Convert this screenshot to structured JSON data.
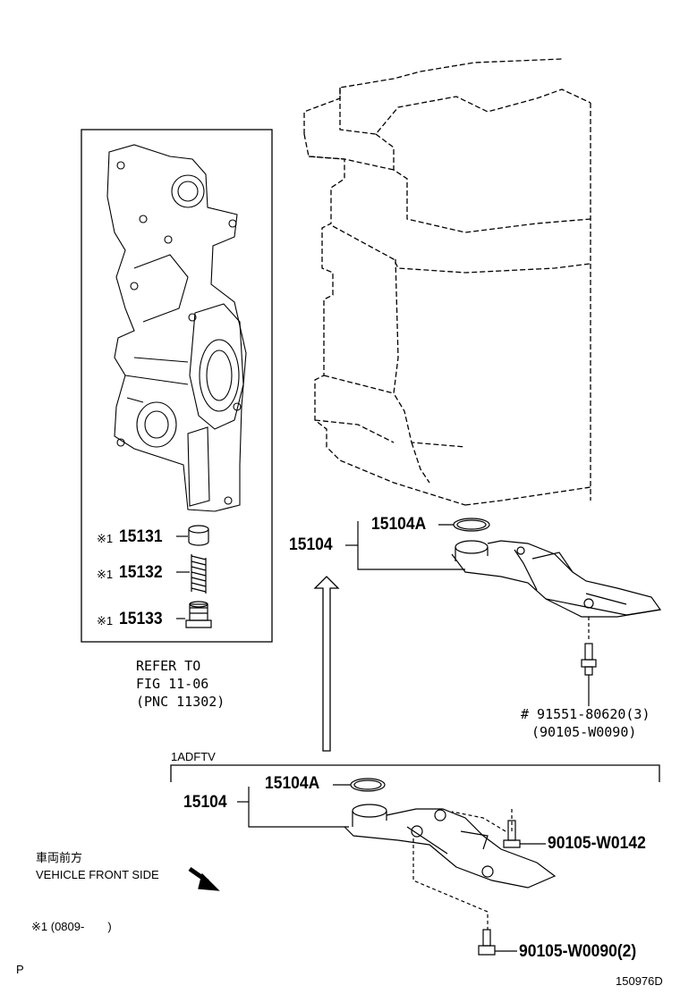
{
  "diagram": {
    "upper_part": {
      "part": "15104",
      "oring": "15104A",
      "bolt_primary": "# 91551-80620(3)",
      "bolt_alt": "(90105-W0090)"
    },
    "insert_box": {
      "items": [
        {
          "mark": "※1",
          "part": "15131"
        },
        {
          "mark": "※1",
          "part": "15132"
        },
        {
          "mark": "※1",
          "part": "15133"
        }
      ],
      "refer_lines": [
        "REFER TO",
        "FIG 11-06",
        "(PNC 11302)"
      ]
    },
    "lower_group": {
      "header": "1ADFTV",
      "part": "15104",
      "oring": "15104A",
      "bolt_a": "90105-W0142",
      "bolt_b": "90105-W0090(2)"
    },
    "front_side": {
      "jp": "車両前方",
      "en": "VEHICLE FRONT SIDE"
    },
    "footnote": "※1 (0809-　　)",
    "corner_letter": "P",
    "figure_code": "150976D"
  }
}
